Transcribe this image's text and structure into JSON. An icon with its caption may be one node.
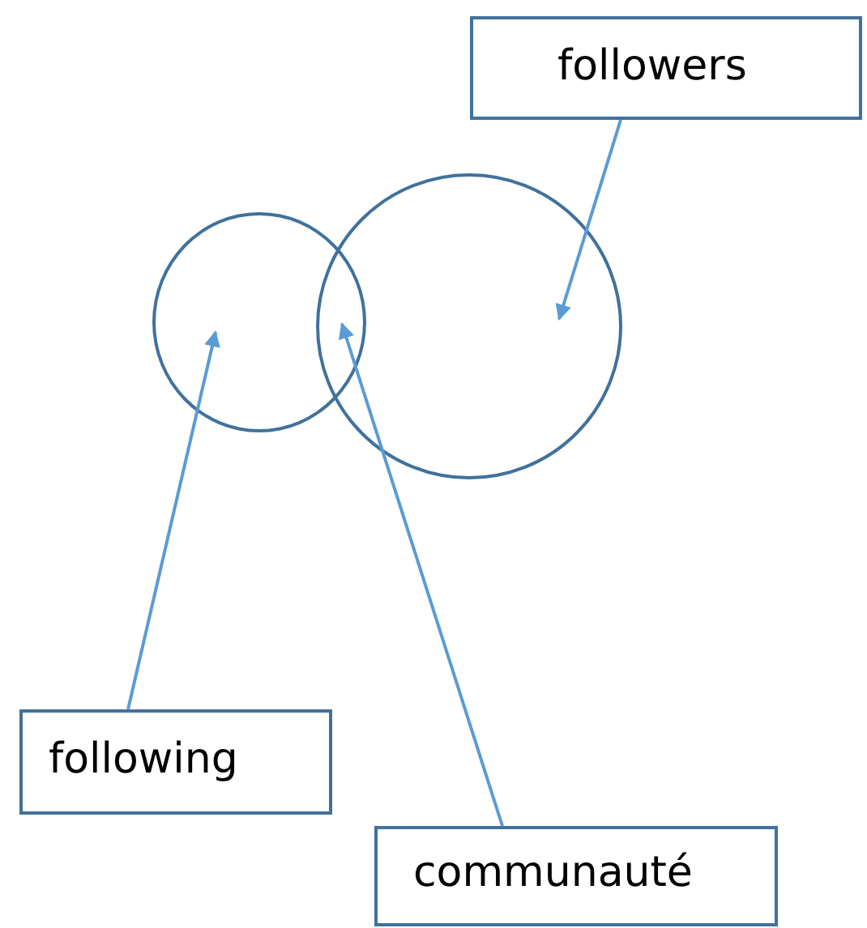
{
  "diagram": {
    "nodes": [
      {
        "text": [
          "followers"
        ]
      },
      {
        "text": [
          "following"
        ]
      },
      {
        "text": [
          "communauté"
        ]
      },
      {
        "text": [],
        "shape": "circle"
      },
      {
        "text": [],
        "shape": "circle"
      }
    ],
    "edges": [
      {
        "from": 0,
        "to": 4,
        "arrow": "to"
      },
      {
        "from": 1,
        "to": 3,
        "arrow": "to"
      },
      {
        "from": 2,
        "to": 3,
        "arrow": "to"
      }
    ]
  }
}
